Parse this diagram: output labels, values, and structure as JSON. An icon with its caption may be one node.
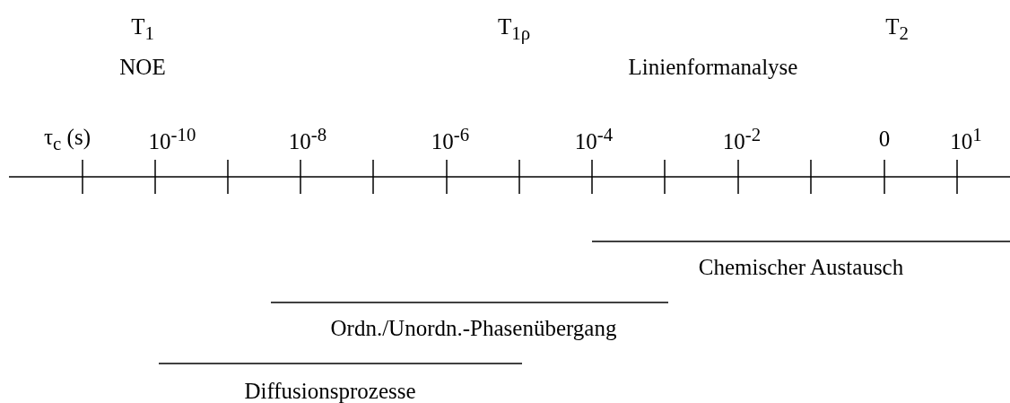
{
  "diagram": {
    "labels": [
      "T$_{1}$",
      "NOE",
      "T$_{1ρ}$",
      "Linienformanalyse",
      "T$_{2}$",
      "τ$_{c}$ (s)",
      "10$^{-10}$",
      "10$^{-8}$",
      "10$^{-6}$",
      "10$^{-4}$",
      "10$^{-2}$",
      "0",
      "10$^{1}$",
      "Chemischer Austausch",
      "Ordn./Unordn.-Phasenübergang",
      "Diffusionsprozesse"
    ]
  }
}
